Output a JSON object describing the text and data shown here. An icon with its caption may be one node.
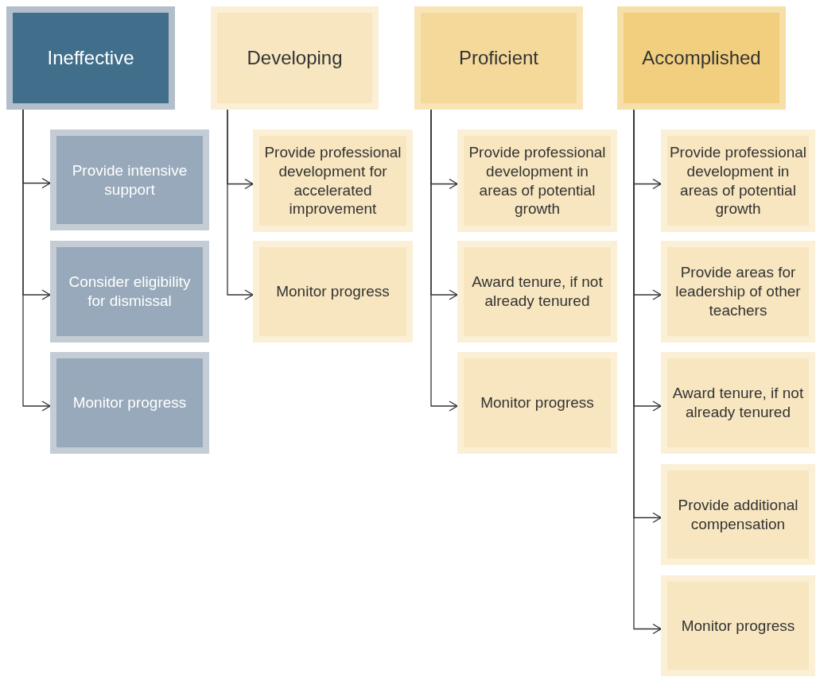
{
  "diagram": {
    "nodes": [
      {
        "text": [
          "Ineffective"
        ]
      },
      {
        "text": [
          "Provide intensive support"
        ]
      },
      {
        "text": [
          "Consider eligibility for dismissal"
        ]
      },
      {
        "text": [
          "Monitor progress"
        ]
      },
      {
        "text": [
          "Developing"
        ]
      },
      {
        "text": [
          "Provide professional development for accelerated improvement"
        ]
      },
      {
        "text": [
          "Monitor progress"
        ]
      },
      {
        "text": [
          "Proficient"
        ]
      },
      {
        "text": [
          "Provide professional development in areas of potential growth"
        ]
      },
      {
        "text": [
          "Award tenure, if not already tenured"
        ]
      },
      {
        "text": [
          "Monitor progress"
        ]
      },
      {
        "text": [
          "Accomplished"
        ]
      },
      {
        "text": [
          "Provide professional development in areas of potential growth"
        ]
      },
      {
        "text": [
          "Provide areas for leadership of other teachers"
        ]
      },
      {
        "text": [
          "Award tenure, if not already tenured"
        ]
      },
      {
        "text": [
          "Provide additional compensation"
        ]
      },
      {
        "text": [
          "Monitor progress"
        ]
      }
    ],
    "edges": [
      {
        "from": 0,
        "to": 1,
        "arrow": "to"
      },
      {
        "from": 0,
        "to": 2,
        "arrow": "to"
      },
      {
        "from": 0,
        "to": 3,
        "arrow": "to"
      },
      {
        "from": 4,
        "to": 5,
        "arrow": "to"
      },
      {
        "from": 4,
        "to": 6,
        "arrow": "to"
      },
      {
        "from": 7,
        "to": 8,
        "arrow": "to"
      },
      {
        "from": 7,
        "to": 9,
        "arrow": "to"
      },
      {
        "from": 7,
        "to": 10,
        "arrow": "to"
      },
      {
        "from": 11,
        "to": 12,
        "arrow": "to"
      },
      {
        "from": 11,
        "to": 13,
        "arrow": "to"
      },
      {
        "from": 11,
        "to": 14,
        "arrow": "to"
      },
      {
        "from": 11,
        "to": 15,
        "arrow": "to"
      },
      {
        "from": 11,
        "to": 16,
        "arrow": "to"
      }
    ]
  }
}
